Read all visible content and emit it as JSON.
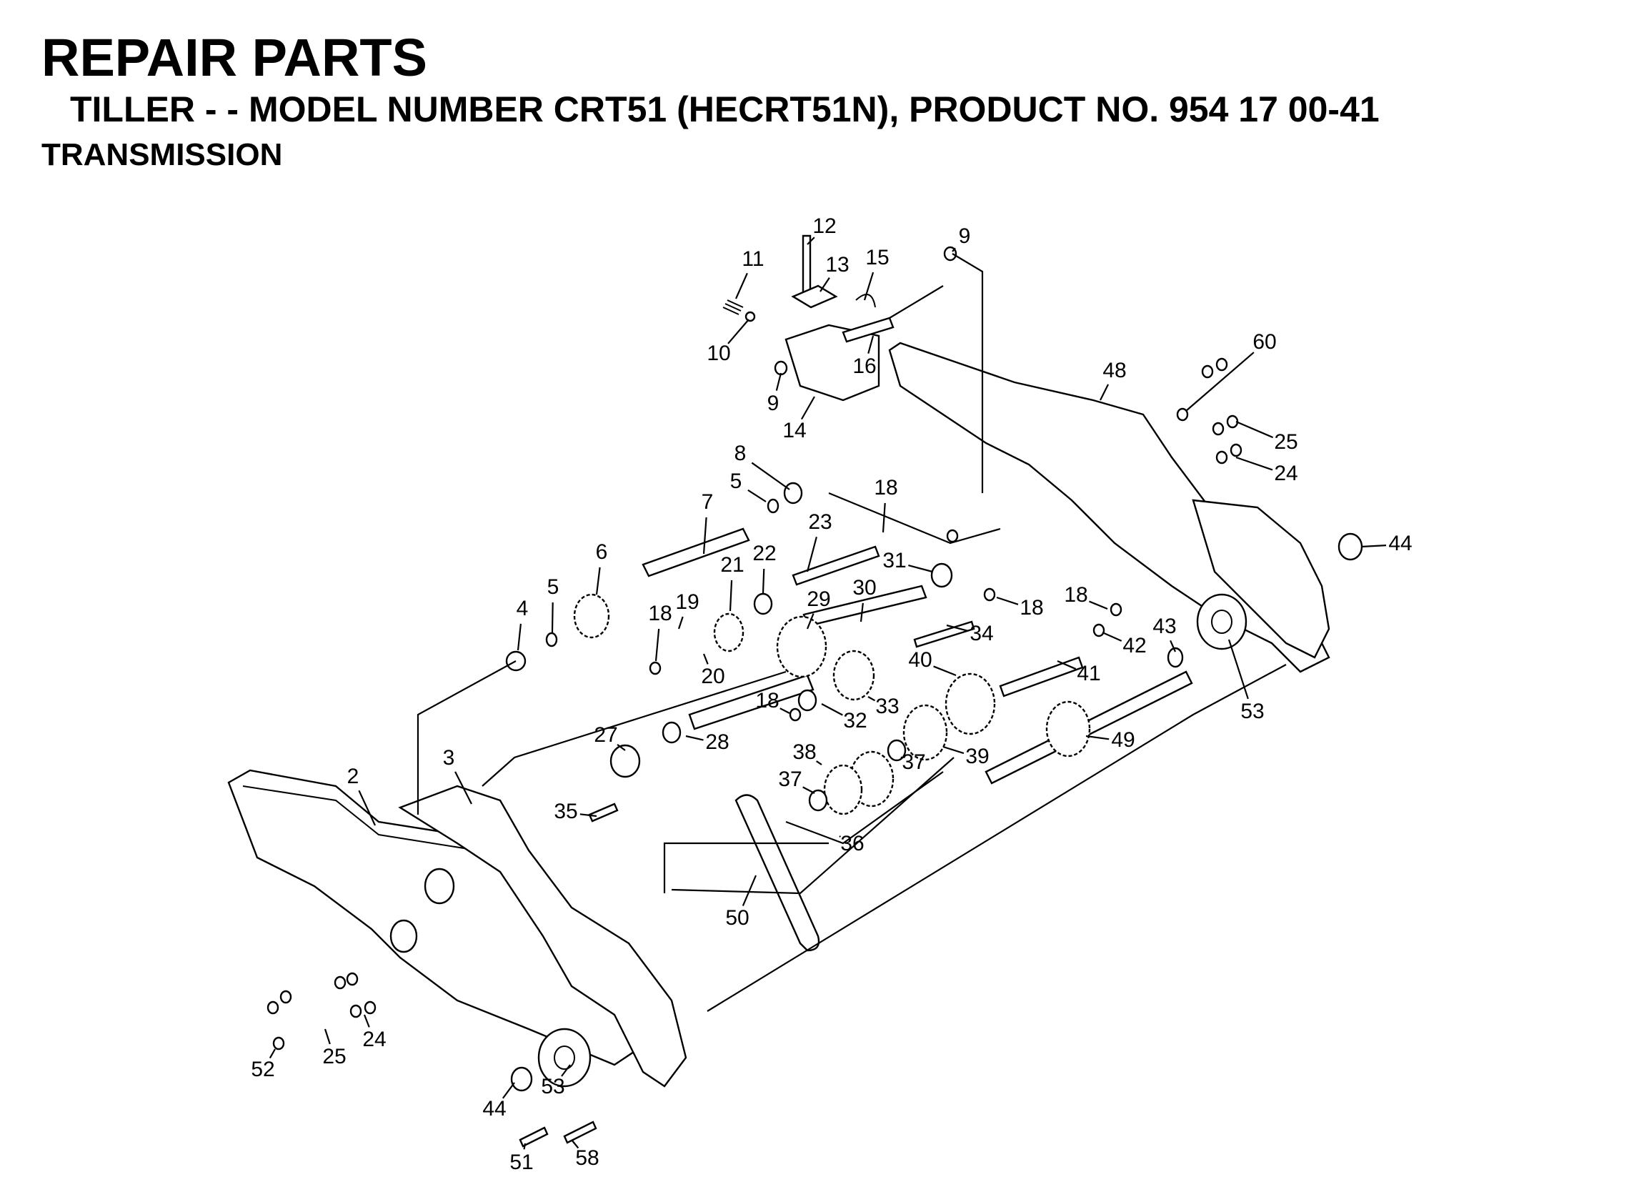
{
  "header": {
    "title": "REPAIR PARTS",
    "subtitle": "TILLER - - MODEL NUMBER CRT51 (HECRT51N), PRODUCT NO. 954 17 00-41",
    "section": "TRANSMISSION"
  },
  "callouts": [
    "12",
    "11",
    "13",
    "15",
    "9",
    "10",
    "16",
    "9",
    "14",
    "60",
    "48",
    "25",
    "24",
    "8",
    "5",
    "18",
    "7",
    "23",
    "6",
    "21",
    "22",
    "31",
    "44",
    "5",
    "19",
    "29",
    "30",
    "18",
    "34",
    "18",
    "42",
    "43",
    "4",
    "18",
    "40",
    "41",
    "53",
    "20",
    "32",
    "33",
    "18",
    "27",
    "28",
    "49",
    "38",
    "39",
    "37",
    "37",
    "2",
    "3",
    "35",
    "36",
    "50",
    "24",
    "25",
    "52",
    "53",
    "44",
    "51",
    "58"
  ]
}
